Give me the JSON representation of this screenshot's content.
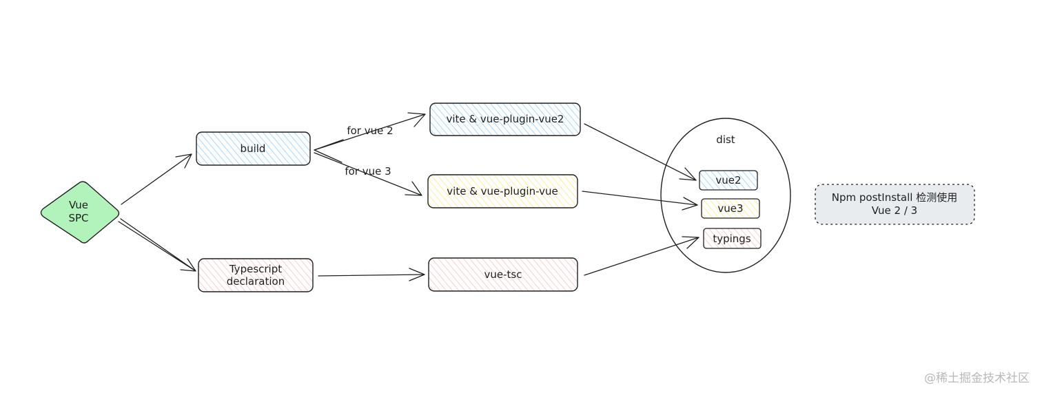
{
  "nodes": {
    "vue_spc": {
      "line1": "Vue",
      "line2": "SPC"
    },
    "build": {
      "label": "build"
    },
    "ts_decl": {
      "line1": "Typescript",
      "line2": "declaration"
    },
    "vite_vue2": {
      "label": "vite & vue-plugin-vue2"
    },
    "vite_vue": {
      "label": "vite & vue-plugin-vue"
    },
    "vue_tsc": {
      "label": "vue-tsc"
    },
    "dist": {
      "label": "dist"
    },
    "dist_vue2": {
      "label": "vue2"
    },
    "dist_vue3": {
      "label": "vue3"
    },
    "dist_typings": {
      "label": "typings"
    },
    "note": {
      "line1": "Npm postInstall 检测使用",
      "line2": "Vue 2 / 3"
    }
  },
  "edges": {
    "for_vue2": "for vue 2",
    "for_vue3": "for vue 3"
  },
  "watermark": "@稀土掘金技术社区",
  "colors": {
    "stroke": "#1e1e1e",
    "green_fill": "#b2f2bb",
    "blue_fill": "#a5d8ff",
    "yellow_fill": "#ffec99",
    "pink_fill": "#ffc9c9",
    "gray_fill": "#e9ecef"
  }
}
